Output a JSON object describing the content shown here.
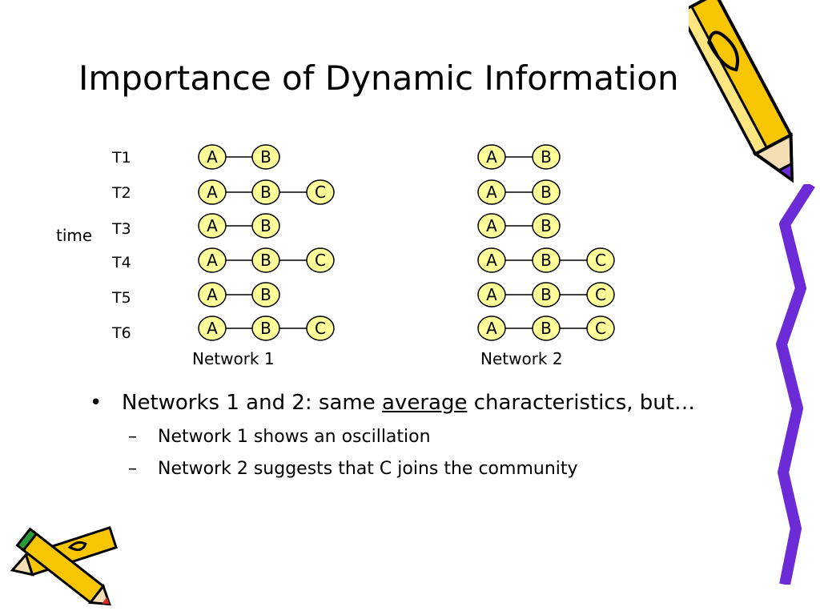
{
  "slide": {
    "title": "Importance of Dynamic Information",
    "axis_label": "time",
    "time_steps": [
      "T1",
      "T2",
      "T3",
      "T4",
      "T5",
      "T6"
    ]
  },
  "networks": [
    {
      "label": "Network 1",
      "rows": [
        [
          "A",
          "B"
        ],
        [
          "A",
          "B",
          "C"
        ],
        [
          "A",
          "B"
        ],
        [
          "A",
          "B",
          "C"
        ],
        [
          "A",
          "B"
        ],
        [
          "A",
          "B",
          "C"
        ]
      ]
    },
    {
      "label": "Network 2",
      "rows": [
        [
          "A",
          "B"
        ],
        [
          "A",
          "B"
        ],
        [
          "A",
          "B"
        ],
        [
          "A",
          "B",
          "C"
        ],
        [
          "A",
          "B",
          "C"
        ],
        [
          "A",
          "B",
          "C"
        ]
      ]
    }
  ],
  "bullets": {
    "main": {
      "prefix": "Networks 1 and 2: same ",
      "underlined": "average",
      "suffix": " characteristics, but…"
    },
    "sub": [
      "Network 1 shows an oscillation",
      "Network 2 suggests that C joins the community"
    ]
  },
  "colors": {
    "node_fill": "#ffff99",
    "node_stroke": "#000000",
    "pencil_yellow": "#f7c600",
    "pencil_purple": "#6b2bd6"
  },
  "decorations": [
    "pencil-icon",
    "crossed-pencils-icon",
    "squiggle-border"
  ]
}
